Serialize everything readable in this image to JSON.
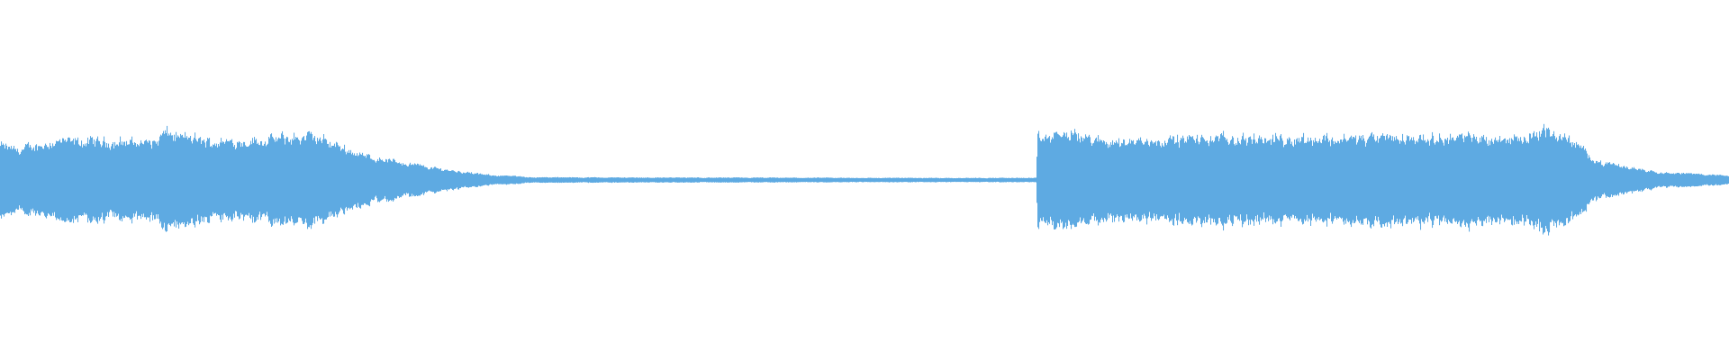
{
  "waveform": {
    "color": "#5eaae2",
    "background": "#ffffff",
    "envelope_points": [
      [
        0.0,
        0.2
      ],
      [
        0.01,
        0.17
      ],
      [
        0.03,
        0.22
      ],
      [
        0.09,
        0.22
      ],
      [
        0.095,
        0.27
      ],
      [
        0.12,
        0.22
      ],
      [
        0.15,
        0.23
      ],
      [
        0.18,
        0.25
      ],
      [
        0.19,
        0.22
      ],
      [
        0.21,
        0.14
      ],
      [
        0.25,
        0.07
      ],
      [
        0.28,
        0.03
      ],
      [
        0.31,
        0.015
      ],
      [
        0.5,
        0.012
      ],
      [
        0.599,
        0.012
      ],
      [
        0.6,
        0.23
      ],
      [
        0.615,
        0.27
      ],
      [
        0.64,
        0.22
      ],
      [
        0.7,
        0.24
      ],
      [
        0.8,
        0.24
      ],
      [
        0.83,
        0.25
      ],
      [
        0.88,
        0.24
      ],
      [
        0.893,
        0.29
      ],
      [
        0.91,
        0.22
      ],
      [
        0.925,
        0.1
      ],
      [
        0.96,
        0.045
      ],
      [
        1.0,
        0.025
      ]
    ]
  }
}
